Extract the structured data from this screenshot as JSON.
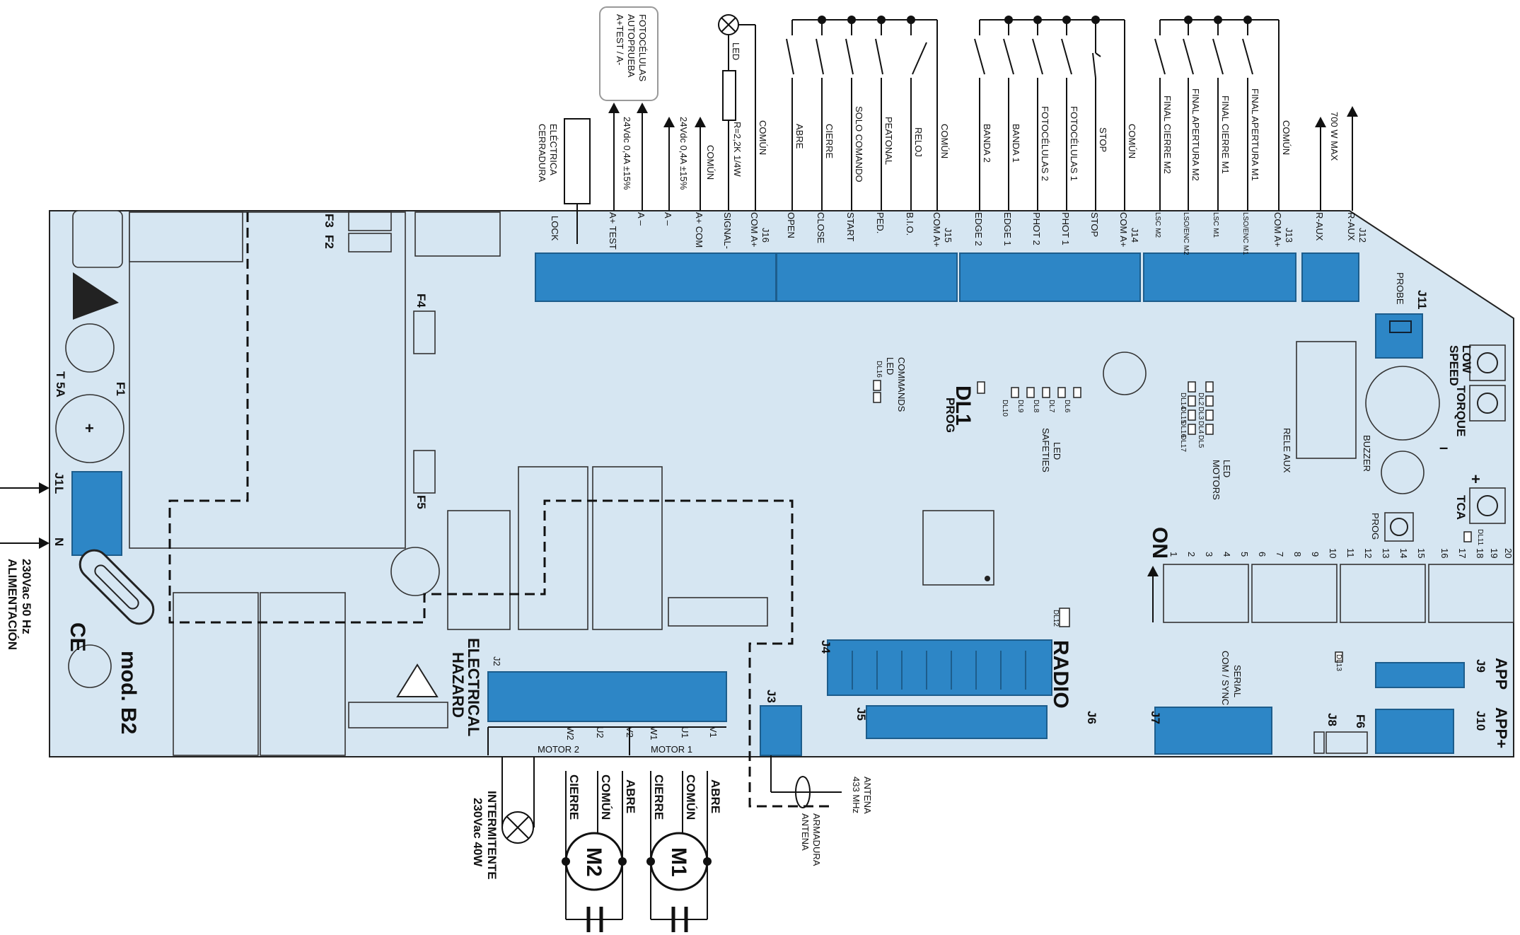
{
  "model": "mod. B2",
  "power": {
    "supply_line1": "ALIMENTACIÓN",
    "supply_line2": "230Vac 50 Hz",
    "j1_label": "J1",
    "l": "L",
    "n": "N",
    "fuse_f1": "F1",
    "fuse_f1_rating": "T 5A",
    "ce": "CE"
  },
  "fuses": {
    "f2": "F2",
    "f3": "F3",
    "f4": "F4",
    "f5": "F5",
    "f6": "F6"
  },
  "top_wiring": {
    "cerradura": [
      "CERRADURA",
      "ELÉCTRICA"
    ],
    "autotest_box": [
      "A+TEST / A-",
      "AUTOPRUEBA",
      "FOTOCÉLULAS"
    ],
    "autotest_rating": "24Vdc 0,4A ±15%",
    "acc_rating": "24Vdc 0,4A ±15%",
    "comun_acc": "COMÚN",
    "led": "LED",
    "resistor": "R=2,2K 1/4W",
    "comun_j16": "COMÚN",
    "j15_items": [
      "ABRE",
      "CIERRE",
      "SOLO COMANDO",
      "PEATONAL",
      "RELOJ",
      "COMÚN"
    ],
    "j14_items": [
      "BANDA 2",
      "BANDA 1",
      "FOTOCÉLULAS 2",
      "FOTOCÉLULAS 1",
      "STOP",
      "COMÚN"
    ],
    "j13_items": [
      "FINAL CIERRE M2",
      "FINAL APERTURA M2",
      "FINAL CIERRE M1",
      "FINAL APERTURA M1",
      "COMÚN"
    ],
    "j12_rating": "700 W MAX"
  },
  "connectors": {
    "j16": {
      "name": "J16",
      "pins": [
        "LOCK",
        "A+ TEST",
        "A –",
        "A –",
        "A+ COM",
        "SIGNAL-",
        "COM A+"
      ]
    },
    "j15": {
      "name": "J15",
      "pins": [
        "OPEN",
        "CLOSE",
        "START",
        "PED.",
        "B.I.O.",
        "COM A+"
      ]
    },
    "j14": {
      "name": "J14",
      "pins": [
        "EDGE 2",
        "EDGE 1",
        "PHOT 2",
        "PHOT 1",
        "STOP",
        "COM A+"
      ]
    },
    "j13": {
      "name": "J13",
      "pins": [
        "LSC M2",
        "LSO/ENC M2",
        "LSC M1",
        "LSO/ENC M1",
        "COM A+"
      ]
    },
    "j12": {
      "name": "J12",
      "pins": [
        "R-AUX",
        "R-AUX"
      ]
    },
    "j11": "J11",
    "probe": "PROBE",
    "j2": "J2",
    "j3": "J3",
    "j4": "J4",
    "j5": "J5",
    "j6": "J6",
    "j7": "J7",
    "j8": "J8",
    "j9": "J9",
    "j10": "J10"
  },
  "board_labels": {
    "led_commands": [
      "LED",
      "COMMANDS"
    ],
    "dl16": "DL16",
    "dl1": "DL1",
    "prog": "PROG",
    "led_safeties": [
      "LED",
      "SAFETIES"
    ],
    "safety_leds": [
      "DL6",
      "DL7",
      "DL8",
      "DL9",
      "DL10"
    ],
    "rele_aux": "RELE AUX",
    "buzzer": "BUZZER",
    "led_motors": [
      "LED",
      "MOTORS"
    ],
    "motor_leds_m1": [
      "DL14",
      "DL15",
      "DL16",
      "DL17"
    ],
    "motor_leds_m2": [
      "DL2",
      "DL3",
      "DL4",
      "DL5"
    ],
    "low_speed": [
      "LOW",
      "SPEED"
    ],
    "torque": "TORQUE",
    "tca": "TCA",
    "dl11": "DL11",
    "prog_btn": "PROG",
    "on": "ON",
    "dip_numbers": [
      "1",
      "2",
      "3",
      "4",
      "5",
      "6",
      "7",
      "8",
      "9",
      "10",
      "11",
      "12",
      "13",
      "14",
      "15",
      "16",
      "17",
      "18",
      "19",
      "20"
    ],
    "dl12": "DL12",
    "radio": "RADIO",
    "serial": [
      "SERIAL",
      "COM / SYNC"
    ],
    "dl13": "DL13",
    "app": "APP",
    "app_plus": "APP+",
    "electrical_hazard": [
      "ELECTRICAL",
      "HAZARD"
    ],
    "motor2": "MOTOR 2",
    "motor1": "MOTOR 1",
    "j2_pins": [
      "W2",
      "U2",
      "V2",
      "W1",
      "U1",
      "V1"
    ]
  },
  "bottom_wiring": {
    "intermitente": [
      "INTERMITENTE",
      "230Vac 40W"
    ],
    "m2_wires": [
      "CIERRE",
      "COMÚN",
      "ABRE"
    ],
    "m1_wires": [
      "CIERRE",
      "COMÚN",
      "ABRE"
    ],
    "m2": "M2",
    "m1": "M1",
    "armadura": [
      "ARMADURA",
      "ANTENA"
    ],
    "antena": [
      "ANTENA",
      "433 MHz"
    ]
  },
  "colors": {
    "board": "#d6e6f2",
    "terminal": "#2d86c6"
  }
}
